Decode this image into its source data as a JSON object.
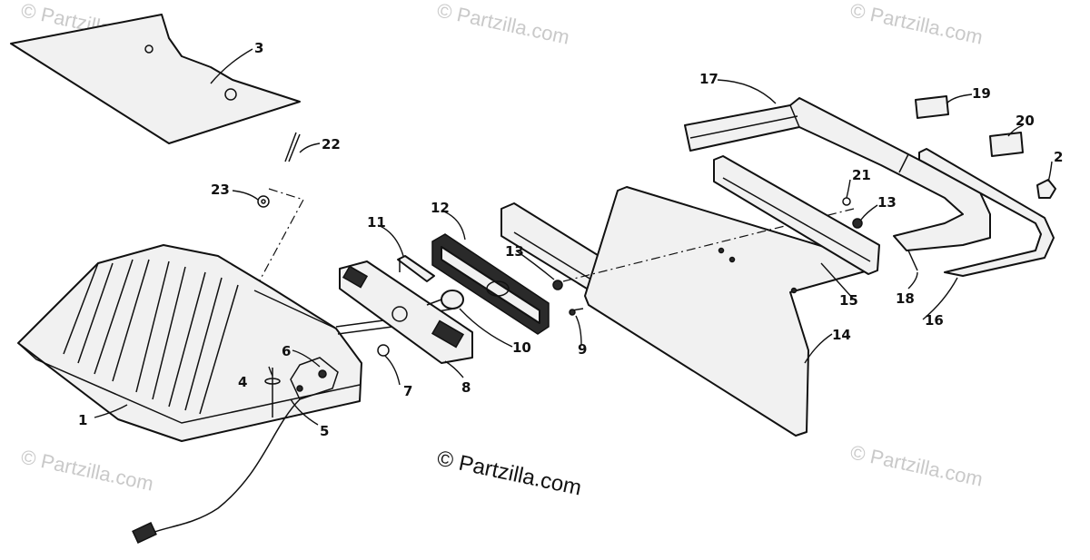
{
  "watermarks": [
    "© Partzilla.com",
    "© Partzilla.com",
    "© Partzilla.com",
    "© Partzilla.com",
    "© Partzilla.com"
  ],
  "copyright": "© Partzilla.com",
  "callouts": [
    "1",
    "2",
    "3",
    "4",
    "5",
    "6",
    "7",
    "8",
    "9",
    "10",
    "11",
    "12",
    "13",
    "13",
    "14",
    "15",
    "16",
    "17",
    "18",
    "19",
    "20",
    "21",
    "22",
    "23"
  ]
}
